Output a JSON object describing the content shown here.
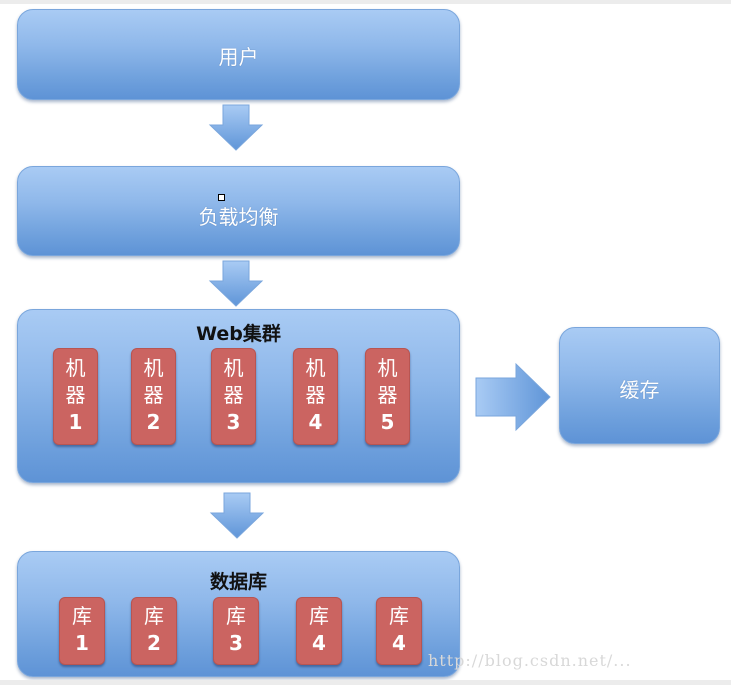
{
  "diagram": {
    "nodes": {
      "user": {
        "label": "用户"
      },
      "load_balancer": {
        "label": "负载均衡"
      },
      "web_cluster": {
        "title": "Web集群",
        "machines": [
          {
            "line1": "机",
            "line2": "器",
            "number": "1"
          },
          {
            "line1": "机",
            "line2": "器",
            "number": "2"
          },
          {
            "line1": "机",
            "line2": "器",
            "number": "3"
          },
          {
            "line1": "机",
            "line2": "器",
            "number": "4"
          },
          {
            "line1": "机",
            "line2": "器",
            "number": "5"
          }
        ]
      },
      "cache": {
        "label": "缓存"
      },
      "database": {
        "title": "数据库",
        "shards": [
          {
            "label": "库",
            "number": "1"
          },
          {
            "label": "库",
            "number": "2"
          },
          {
            "label": "库",
            "number": "3"
          },
          {
            "label": "库",
            "number": "4"
          },
          {
            "label": "库",
            "number": "4"
          }
        ]
      }
    },
    "edges": [
      {
        "from": "user",
        "to": "load_balancer",
        "direction": "down"
      },
      {
        "from": "load_balancer",
        "to": "web_cluster",
        "direction": "down"
      },
      {
        "from": "web_cluster",
        "to": "cache",
        "direction": "right"
      },
      {
        "from": "web_cluster",
        "to": "database",
        "direction": "down"
      }
    ],
    "colors": {
      "node_blue": "#8fb8ea",
      "node_red": "#cb6461",
      "arrow_blue": "#7eaee6"
    },
    "watermark": "http://blog.csdn.net/..."
  }
}
